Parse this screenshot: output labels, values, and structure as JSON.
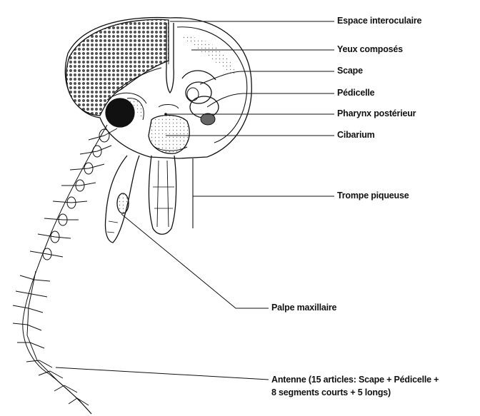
{
  "labels": {
    "interocular_space": "Espace interoculaire",
    "compound_eyes": "Yeux composés",
    "scape": "Scape",
    "pedicel": "Pédicelle",
    "posterior_pharynx": "Pharynx postérieur",
    "cibarium": "Cibarium",
    "proboscis": "Trompe piqueuse",
    "maxillary_palp": "Palpe maxillaire",
    "antenna_line1": "Antenne (15 articles: Scape + Pédicelle +",
    "antenna_line2": "8 segments courts + 5 longs)"
  },
  "colors": {
    "ink": "#111111",
    "eye": "#4a4a4a"
  }
}
